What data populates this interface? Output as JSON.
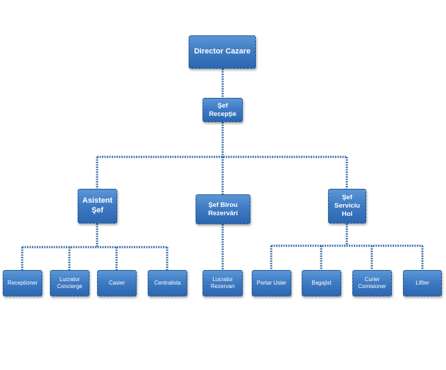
{
  "org_chart": {
    "director": "Director Cazare",
    "sef_receptie": "Şef\nRecepţie",
    "asistent_sef": "Asistent\nŞef",
    "sef_birou_rezervari": "Şef Birou\nRezervări",
    "sef_serviciu_hol": "Şef\nServiciu\nHol",
    "receptioner": "Receptioner",
    "lucrator_concierge": "Lucrator\nConcierge",
    "casier": "Casier",
    "centralista": "Centralista",
    "lucrator_rezervari": "Lucrator\nRezervari",
    "portar_usier": "Portar Usier",
    "bagajist": "Bagajist",
    "curier_comisioner": "Curier\nComisioner",
    "liftier": "Liftier"
  },
  "colors": {
    "box": "#3f7cc4",
    "connector": "#3a6fa8",
    "text": "#ffffff"
  }
}
